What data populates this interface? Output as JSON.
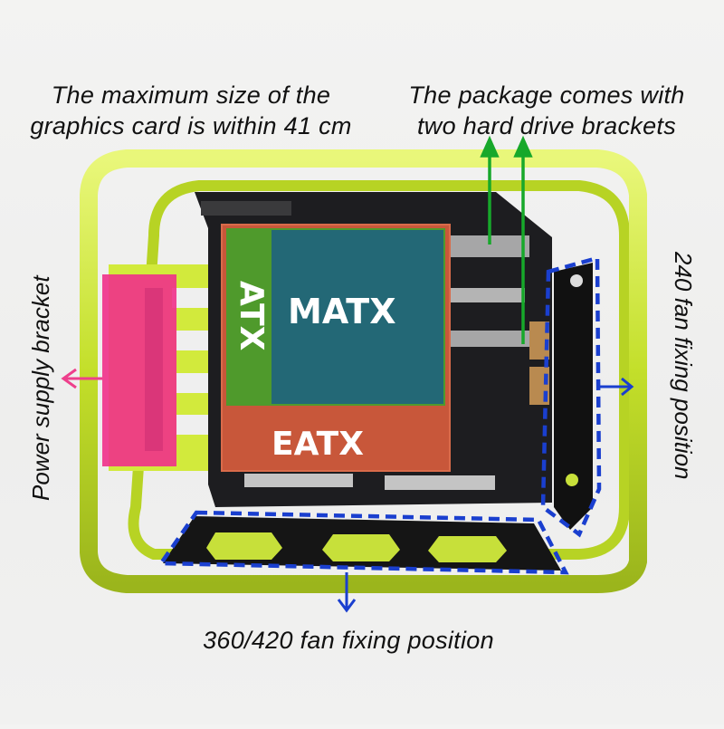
{
  "captions": {
    "gpu": {
      "line1": "The maximum size of the",
      "line2": "graphics card is within 41 cm"
    },
    "hdd": {
      "line1": "The package comes with",
      "line2": "two hard drive brackets"
    },
    "psu": "Power supply bracket",
    "fan240": "240 fan fixing position",
    "fan360": "360/420 fan fixing position"
  },
  "motherboard_zones": {
    "eatx": {
      "label": "EATX",
      "color": "#c8573a"
    },
    "atx": {
      "label": "ATX",
      "color": "#4f9a2c"
    },
    "matx": {
      "label": "MATX",
      "color": "#236876"
    }
  },
  "colors": {
    "frame": "#c5e22e",
    "psu_highlight": "#f0308a",
    "hdd_arrow": "#1aa82a",
    "fan_outline": "#1a3fcf",
    "panel": "#1c1c1e"
  }
}
